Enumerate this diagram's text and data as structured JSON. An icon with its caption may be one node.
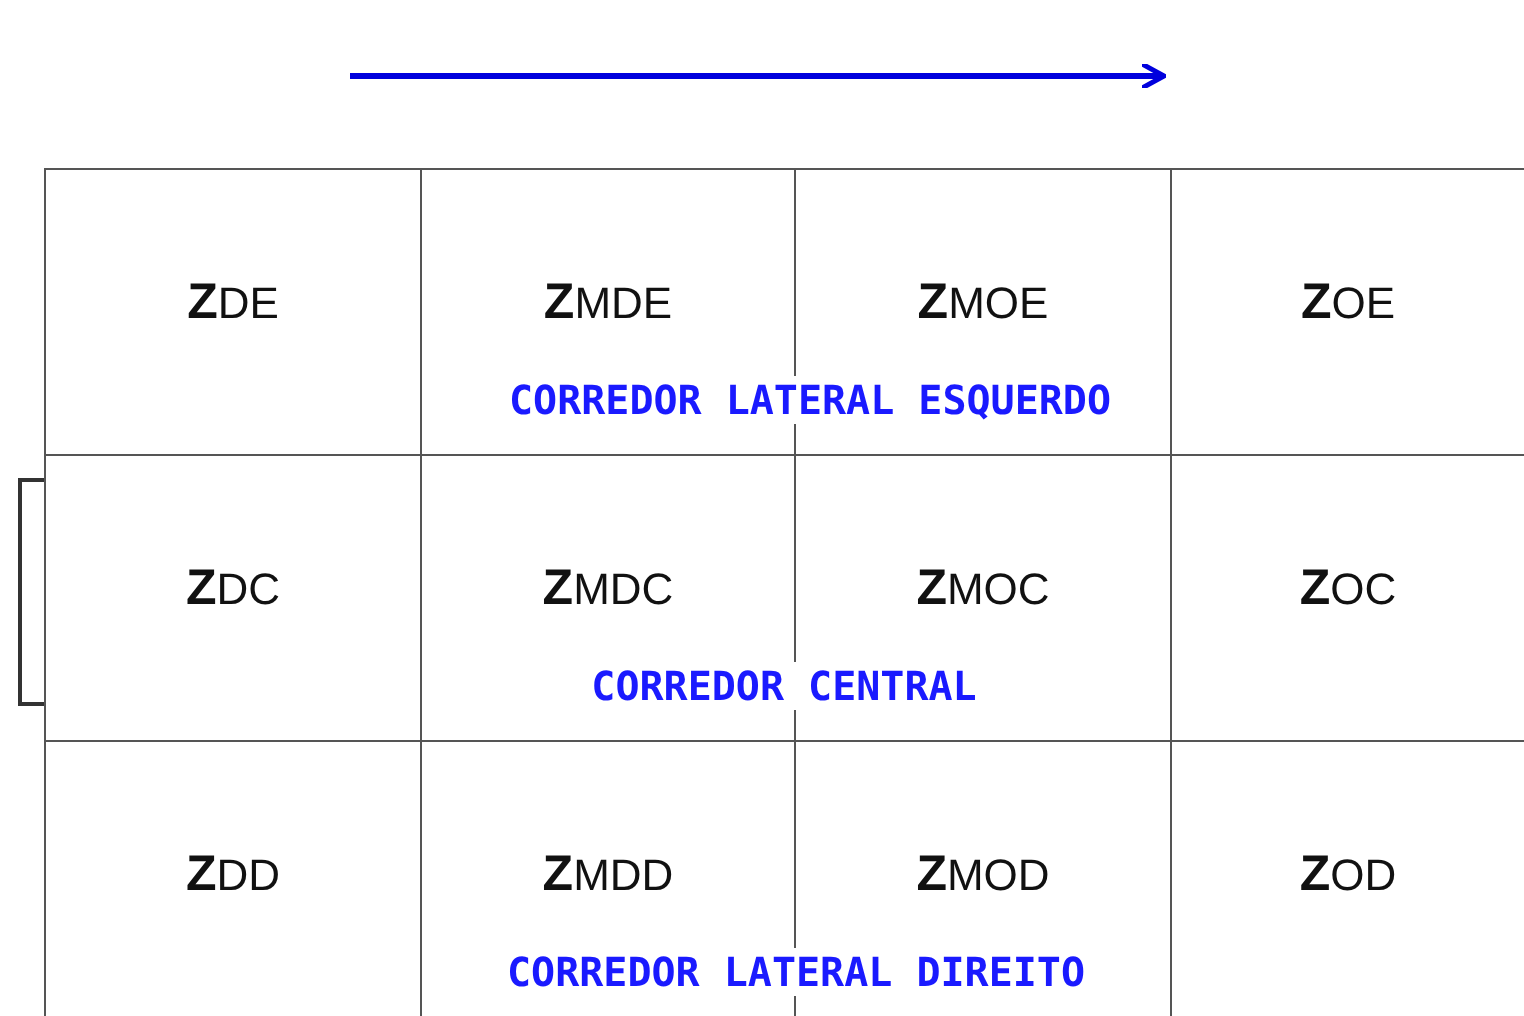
{
  "diagram": {
    "nodes": [
      {
        "text": [
          "**Z**DE"
        ]
      },
      {
        "text": [
          "**Z**MDE"
        ]
      },
      {
        "text": [
          "**Z**MOE"
        ]
      },
      {
        "text": [
          "**Z**OE"
        ]
      },
      {
        "text": [
          "**Z**DC"
        ]
      },
      {
        "text": [
          "**Z**MDC"
        ]
      },
      {
        "text": [
          "**Z**MOC"
        ]
      },
      {
        "text": [
          "**Z**OC"
        ]
      },
      {
        "text": [
          "**Z**DD"
        ]
      },
      {
        "text": [
          "**Z**MDD"
        ]
      },
      {
        "text": [
          "**Z**MOD"
        ]
      },
      {
        "text": [
          "**Z**OD"
        ]
      }
    ],
    "edges": [],
    "labels": [
      "CORREDOR LATERAL ESQUERDO",
      "CORREDOR CENTRAL",
      "CORREDOR LATERAL DIREITO"
    ]
  }
}
